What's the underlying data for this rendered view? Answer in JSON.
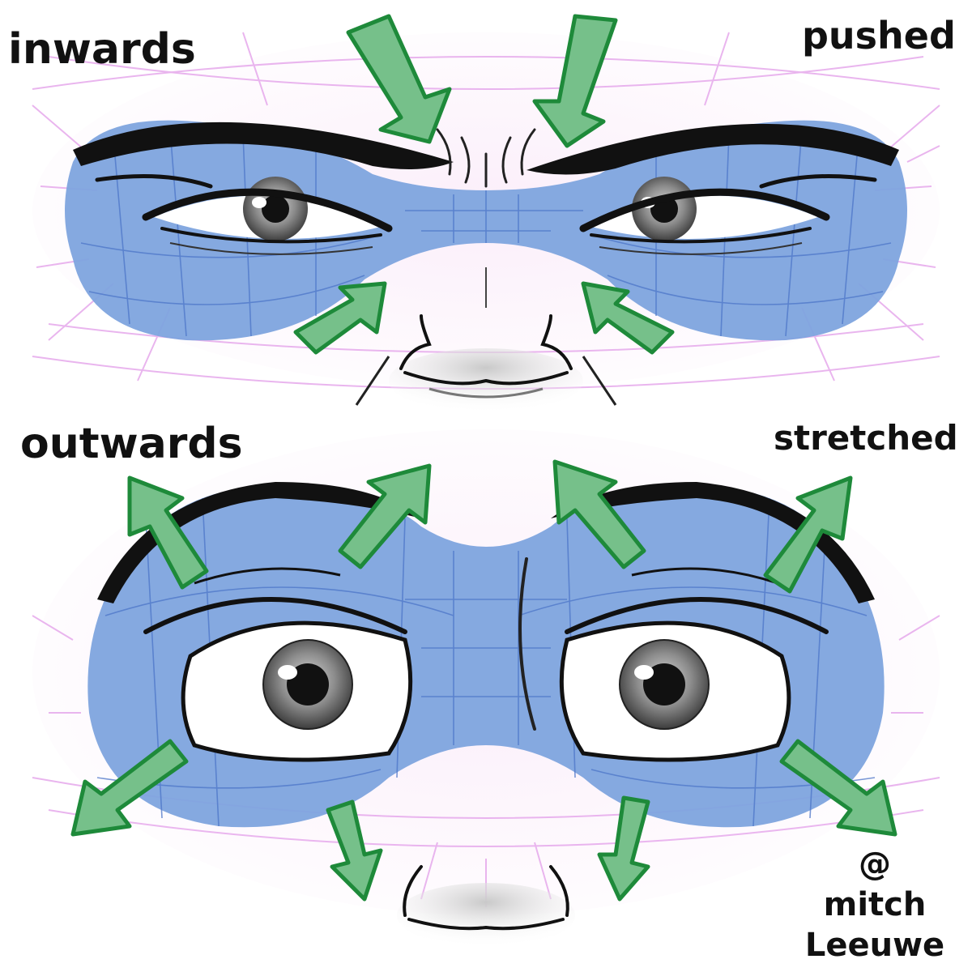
{
  "labels": {
    "inwards": "inwards",
    "pushed": "pushed",
    "outwards": "outwards",
    "stretched": "stretched"
  },
  "signature": {
    "at": "@",
    "line1": "mitch",
    "line2": "Leeuwe"
  },
  "colors": {
    "background": "#ffffff",
    "skin_tint": "#fcf2fb",
    "guide_lines": "#e6a9ec",
    "mask_fill": "#7ea4de",
    "mask_grid": "#4c75c8",
    "arrow_fill": "#76c08a",
    "arrow_stroke": "#1e8a3a",
    "outline": "#111111",
    "iris": "#8a8a8a"
  },
  "icons": [
    "arrow-inward-icon",
    "arrow-outward-icon",
    "eye-icon",
    "eyebrow-icon",
    "nose-icon"
  ]
}
